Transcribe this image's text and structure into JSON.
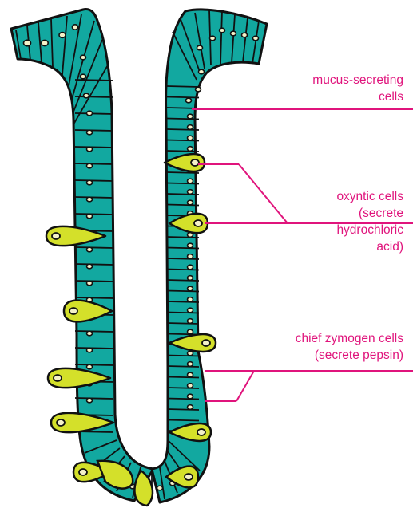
{
  "colors": {
    "cell_fill": "#12a8a0",
    "secretory_cell_fill": "#d4e02a",
    "outline": "#111111",
    "label": "#e0147c",
    "background": "#ffffff"
  },
  "labels": {
    "mucus": {
      "line1": "mucus-secreting",
      "line2": "cells"
    },
    "oxyntic": {
      "line1": "oxyntic cells",
      "line2": "(secrete",
      "line3": "hydrochloric",
      "line4": "acid)"
    },
    "chief": {
      "line1": "chief zymogen cells",
      "line2": "(secrete pepsin)"
    }
  }
}
